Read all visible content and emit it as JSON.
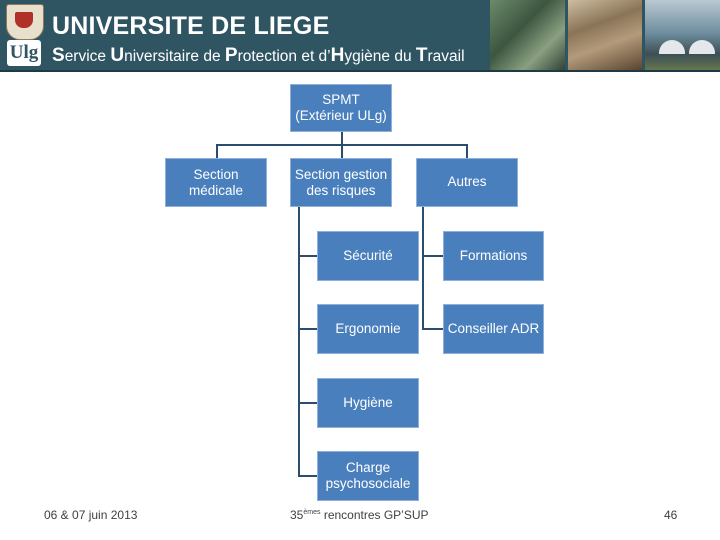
{
  "header": {
    "university": "UNIVERSITE DE LIEGE",
    "logo_text": "Ulg",
    "service_words": [
      {
        "cap": "S",
        "rest": "ervice "
      },
      {
        "cap": "U",
        "rest": "niversitaire de "
      },
      {
        "cap": "P",
        "rest": "rotection et d’"
      },
      {
        "cap": "H",
        "rest": "ygiène du "
      },
      {
        "cap": "T",
        "rest": "ravail"
      }
    ]
  },
  "chart": {
    "root": "SPMT\n(Extérieur ULg)",
    "section_medicale": "Section\nmédicale",
    "section_gestion": "Section gestion\ndes risques",
    "autres": "Autres",
    "securite": "Sécurité",
    "ergonomie": "Ergonomie",
    "hygiene": "Hygiène",
    "charge": "Charge\npsychosociale",
    "formations": "Formations",
    "conseiller": "Conseiller ADR"
  },
  "footer": {
    "date": "06 & 07 juin 2013",
    "event_num": "35",
    "event_sup": "èmes",
    "event_rest": " rencontres GP’SUP",
    "page": "46"
  },
  "colors": {
    "banner": "#2f5563",
    "box_fill": "#4a7fbd",
    "connector": "#2b4d6e"
  }
}
